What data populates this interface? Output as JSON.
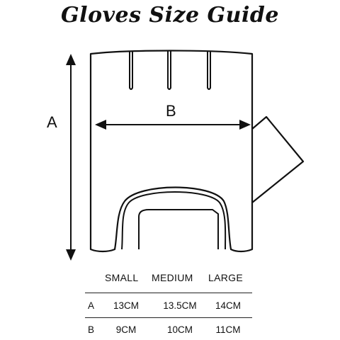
{
  "title": "Gloves Size Guide",
  "diagram": {
    "label_a": "A",
    "label_b": "B"
  },
  "size_table": {
    "columns": [
      "SMALL",
      "MEDIUM",
      "LARGE"
    ],
    "rows": [
      {
        "label": "A",
        "values": [
          "13CM",
          "13.5CM",
          "14CM"
        ]
      },
      {
        "label": "B",
        "values": [
          "9CM",
          "10CM",
          "11CM"
        ]
      }
    ]
  },
  "colors": {
    "stroke": "#111111",
    "background": "#ffffff"
  }
}
